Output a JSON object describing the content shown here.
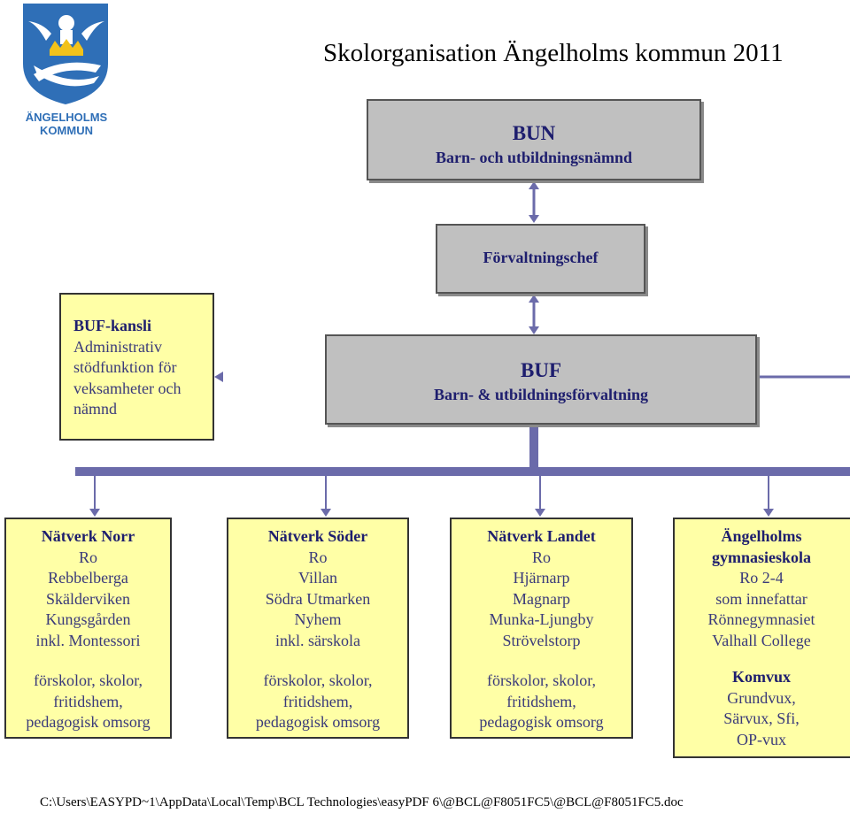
{
  "title": "Skolorganisation Ängelholms kommun 2011",
  "logo": {
    "line1": "ÄNGELHOLMS",
    "line2": "KOMMUN"
  },
  "bun": {
    "name": "BUN",
    "desc": "Barn- och utbildningsnämnd"
  },
  "forvaltningschef": "Förvaltningschef",
  "buf": {
    "name": "BUF",
    "desc": "Barn- & utbildningsförvaltning"
  },
  "buf_kansli": {
    "name": "BUF-kansli",
    "lines": [
      "Administrativ",
      "stödfunktion för",
      "veksamheter och",
      "nämnd"
    ]
  },
  "networks": [
    {
      "name": "Nätverk Norr",
      "lines": [
        "Ro",
        "Rebbelberga",
        "Skälderviken",
        "Kungsgården",
        "inkl. Montessori"
      ],
      "services": [
        "förskolor, skolor,",
        "fritidshem,",
        "pedagogisk omsorg"
      ]
    },
    {
      "name": "Nätverk Söder",
      "lines": [
        "Ro",
        "Villan",
        "Södra Utmarken",
        "Nyhem",
        "inkl. särskola"
      ],
      "services": [
        "förskolor, skolor,",
        "fritidshem,",
        "pedagogisk omsorg"
      ]
    },
    {
      "name": "Nätverk Landet",
      "lines": [
        "Ro",
        "Hjärnarp",
        "Magnarp",
        "Munka-Ljungby",
        "Strövelstorp"
      ],
      "services": [
        "förskolor, skolor,",
        "fritidshem,",
        "pedagogisk omsorg"
      ]
    }
  ],
  "gymnasium": {
    "name1": "Ängelholms",
    "name2": "gymnasieskola",
    "lines": [
      "Ro 2-4",
      "som innefattar",
      "Rönnegymnasiet",
      "Valhall College"
    ],
    "komvux_name": "Komvux",
    "komvux_lines": [
      "Grundvux,",
      "Särvux, Sfi,",
      "OP-vux"
    ]
  },
  "footer": "C:\\Users\\EASYPD~1\\AppData\\Local\\Temp\\BCL Technologies\\easyPDF 6\\@BCL@F8051FC5\\@BCL@F8051FC5.doc",
  "colors": {
    "box_yellow": "#ffffa6",
    "box_gray": "#c0c0c0",
    "connector": "#6b6baa",
    "text_blue": "#1e1e6e"
  }
}
